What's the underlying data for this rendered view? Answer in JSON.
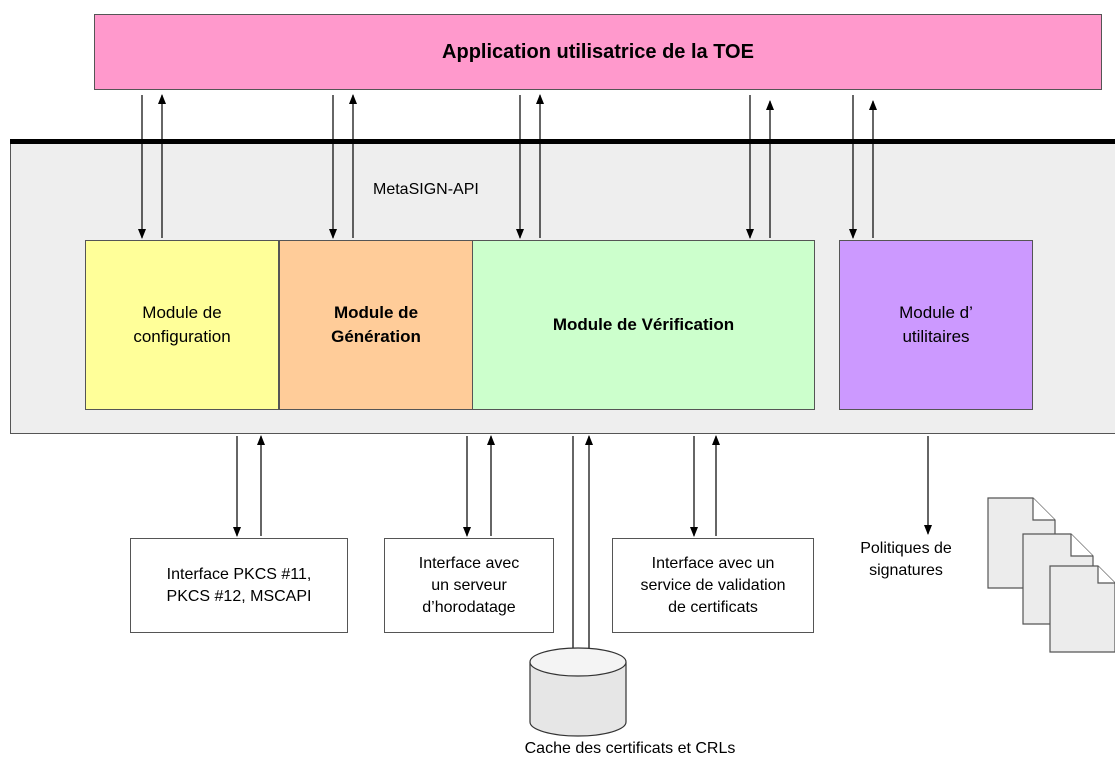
{
  "top_bar": {
    "label": "Application utilisatrice de la TOE"
  },
  "api": {
    "label": "MetaSIGN-API"
  },
  "modules": {
    "config": "Module de\nconfiguration",
    "generation": "Module de\nGénération",
    "verification": "Module de Vérification",
    "utilitaires": "Module d’\nutilitaires"
  },
  "interfaces": {
    "pkcs": "Interface PKCS #11,\nPKCS #12, MSCAPI",
    "horodatage": "Interface avec\nun serveur\nd’horodatage",
    "validation": "Interface avec un\nservice de validation\nde certificats"
  },
  "politiques": "Politiques de\nsignatures",
  "cache": "Cache des certificats et CRLs",
  "colors": {
    "top_bar": "#ff99cc",
    "api_band": "#eeeeee",
    "config": "#ffff99",
    "generation": "#ffcc99",
    "verification": "#ccffcc",
    "utilitaires": "#cc99ff"
  }
}
